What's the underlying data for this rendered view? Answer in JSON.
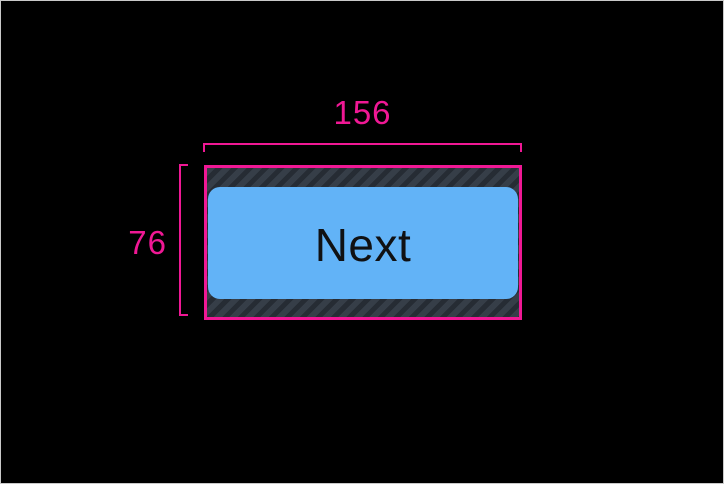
{
  "measurements": {
    "width_label": "156",
    "height_label": "76"
  },
  "button": {
    "label": "Next"
  },
  "colors": {
    "canvas_bg": "#000000",
    "frame_border": "#c9c9c9",
    "magenta": "#f01895",
    "hatch_base": "#363e48",
    "hatch_stripe": "#262c34",
    "button_fill": "#62b3f7",
    "button_text": "#101113"
  }
}
